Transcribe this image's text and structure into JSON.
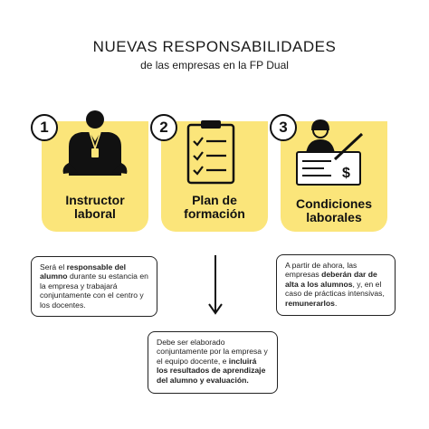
{
  "header": {
    "title": "NUEVAS RESPONSABILIDADES",
    "subtitle": "de las empresas en la FP Dual"
  },
  "cards": [
    {
      "number": "1",
      "label_line1": "Instructor",
      "label_line2": "laboral",
      "icon": "instructor-person-icon"
    },
    {
      "number": "2",
      "label_line1": "Plan de",
      "label_line2": "formación",
      "icon": "checklist-clipboard-icon"
    },
    {
      "number": "3",
      "label_line1": "Condiciones",
      "label_line2": "laborales",
      "icon": "worker-signing-check-icon"
    }
  ],
  "boxes": {
    "left": {
      "t1": "Será el ",
      "b1": "responsable del alumno",
      "t2": " durante su estancia en la empresa y trabajará conjuntamente con el centro y los docentes."
    },
    "right": {
      "t1": "A partir de ahora, las empresas ",
      "b1": "deberán dar de alta a los alumnos",
      "t2": ", y, en el caso de prácticas intensivas, ",
      "b2": "remunerarlos",
      "t3": "."
    },
    "center": {
      "t1": "Debe ser elaborado conjuntamente por la empresa y el equipo docente, e ",
      "b1": "incluirá los resultados de aprendizaje del alumno y evaluación."
    }
  },
  "colors": {
    "accent": "#fbe57a",
    "ink": "#111111"
  }
}
